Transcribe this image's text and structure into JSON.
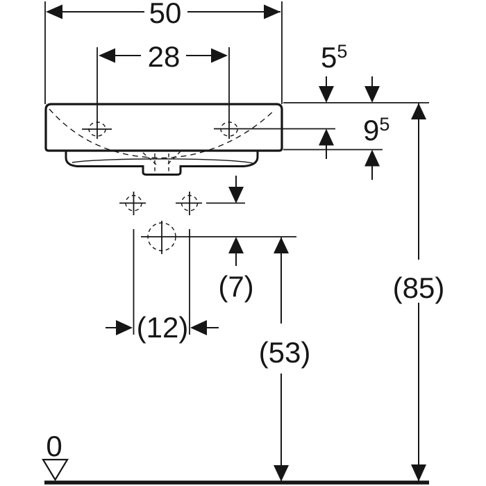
{
  "title": "washbasin-dimension-drawing",
  "colors": {
    "line": "#161616",
    "background": "#ffffff"
  },
  "dimensions": {
    "overall_width": "50",
    "faucet_hole_spacing": "28",
    "rim_to_faucet_line": {
      "value": "5",
      "sup": "5"
    },
    "rim_to_basin_bottom": {
      "value": "9",
      "sup": "5"
    },
    "fixing_to_drain": "(7)",
    "fixing_hole_spacing": "(12)",
    "floor_to_drain": "(53)",
    "floor_to_rim": "(85)",
    "floor_datum": "0"
  }
}
